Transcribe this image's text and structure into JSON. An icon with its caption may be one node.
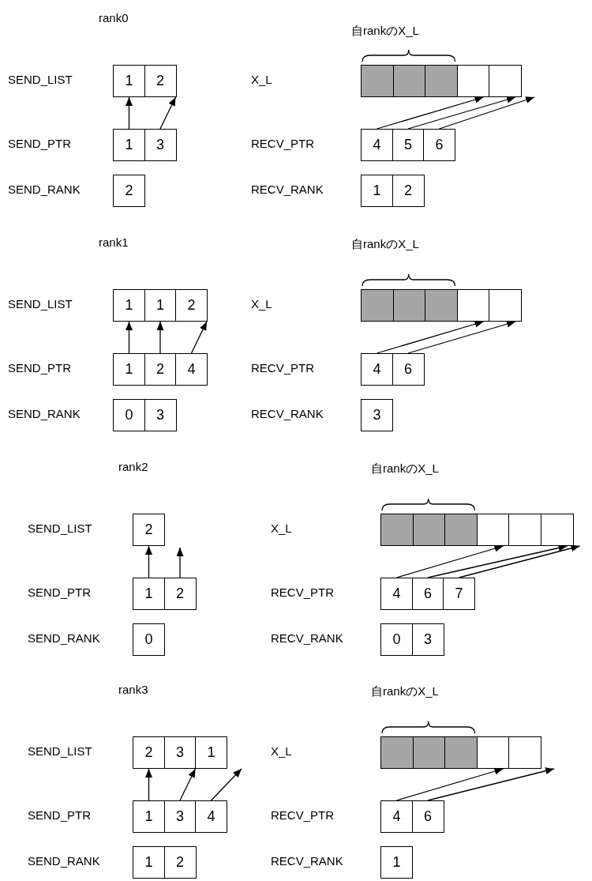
{
  "diagram": {
    "nodes": [
      {
        "text": [
          "1"
        ]
      },
      {
        "text": [
          "2"
        ]
      },
      {
        "text": [],
        "shape": "box"
      },
      {
        "text": [],
        "shape": "box"
      },
      {
        "text": [],
        "shape": "box"
      },
      {
        "text": [],
        "shape": "box"
      },
      {
        "text": [],
        "shape": "box"
      },
      {
        "text": [
          "1"
        ]
      },
      {
        "text": [
          "3"
        ]
      },
      {
        "text": [
          "4"
        ]
      },
      {
        "text": [
          "5"
        ]
      },
      {
        "text": [
          "6"
        ]
      },
      {
        "text": [
          "2"
        ]
      },
      {
        "text": [
          "1"
        ]
      },
      {
        "text": [
          "2"
        ]
      },
      {
        "text": [
          "1"
        ]
      },
      {
        "text": [
          "1"
        ]
      },
      {
        "text": [
          "2"
        ]
      },
      {
        "text": [],
        "shape": "box"
      },
      {
        "text": [],
        "shape": "box"
      },
      {
        "text": [],
        "shape": "box"
      },
      {
        "text": [],
        "shape": "box"
      },
      {
        "text": [],
        "shape": "box"
      },
      {
        "text": [
          "1"
        ]
      },
      {
        "text": [
          "2"
        ]
      },
      {
        "text": [
          "4"
        ]
      },
      {
        "text": [
          "4"
        ]
      },
      {
        "text": [
          "6"
        ]
      },
      {
        "text": [
          "0"
        ]
      },
      {
        "text": [
          "3"
        ]
      },
      {
        "text": [
          "3"
        ]
      },
      {
        "text": [
          "2"
        ]
      },
      {
        "text": [],
        "shape": "box"
      },
      {
        "text": [],
        "shape": "box"
      },
      {
        "text": [],
        "shape": "box"
      },
      {
        "text": [],
        "shape": "box"
      },
      {
        "text": [],
        "shape": "box"
      },
      {
        "text": [],
        "shape": "box"
      },
      {
        "text": [
          "1"
        ]
      },
      {
        "text": [
          "2"
        ]
      },
      {
        "text": [
          "4"
        ]
      },
      {
        "text": [
          "6"
        ]
      },
      {
        "text": [
          "7"
        ]
      },
      {
        "text": [
          "0"
        ]
      },
      {
        "text": [
          "0"
        ]
      },
      {
        "text": [
          "3"
        ]
      },
      {
        "text": [
          "2"
        ]
      },
      {
        "text": [
          "3"
        ]
      },
      {
        "text": [
          "1"
        ]
      },
      {
        "text": [],
        "shape": "box"
      },
      {
        "text": [],
        "shape": "box"
      },
      {
        "text": [],
        "shape": "box"
      },
      {
        "text": [],
        "shape": "box"
      },
      {
        "text": [],
        "shape": "box"
      },
      {
        "text": [
          "1"
        ]
      },
      {
        "text": [
          "3"
        ]
      },
      {
        "text": [
          "4"
        ]
      },
      {
        "text": [
          "4"
        ]
      },
      {
        "text": [
          "6"
        ]
      },
      {
        "text": [
          "1"
        ]
      },
      {
        "text": [
          "2"
        ]
      },
      {
        "text": [
          "1"
        ]
      }
    ],
    "edges": [
      {
        "from": 7,
        "to": 0,
        "arrow": "to"
      },
      {
        "from": 8,
        "to": 1,
        "arrow": "to"
      },
      {
        "from": 9,
        "to": 5,
        "arrow": "to"
      },
      {
        "from": 10,
        "to": 6,
        "arrow": "to"
      },
      {
        "from": 11,
        "to": 6,
        "arrow": "to"
      },
      {
        "from": 23,
        "to": 15,
        "arrow": "to"
      },
      {
        "from": 24,
        "to": 16,
        "arrow": "to"
      },
      {
        "from": 25,
        "to": 17,
        "arrow": "to"
      },
      {
        "from": 26,
        "to": 21,
        "arrow": "to"
      },
      {
        "from": 27,
        "to": 22,
        "arrow": "to"
      },
      {
        "from": 38,
        "to": 31,
        "arrow": "to"
      },
      {
        "from": 39,
        "to": 31,
        "arrow": "to"
      },
      {
        "from": 40,
        "to": 35,
        "arrow": "to"
      },
      {
        "from": 41,
        "to": 37,
        "arrow": "to"
      },
      {
        "from": 42,
        "to": 37,
        "arrow": "to"
      },
      {
        "from": 54,
        "to": 46,
        "arrow": "to"
      },
      {
        "from": 55,
        "to": 47,
        "arrow": "to"
      },
      {
        "from": 56,
        "to": 48,
        "arrow": "to"
      },
      {
        "from": 57,
        "to": 52,
        "arrow": "to"
      },
      {
        "from": 58,
        "to": 53,
        "arrow": "to"
      }
    ],
    "labels": [
      "rank0",
      "自rankのX_L",
      "SEND_LIST",
      "X_L",
      "SEND_PTR",
      "RECV_PTR",
      "SEND_RANK",
      "RECV_RANK",
      "rank1",
      "自rankのX_L",
      "SEND_LIST",
      "X_L",
      "SEND_PTR",
      "RECV_PTR",
      "SEND_RANK",
      "RECV_RANK",
      "rank2",
      "自rankのX_L",
      "SEND_LIST",
      "X_L",
      "SEND_PTR",
      "RECV_PTR",
      "SEND_RANK",
      "RECV_RANK",
      "rank3",
      "自rankのX_L",
      "SEND_LIST",
      "X_L",
      "SEND_PTR",
      "RECV_PTR",
      "SEND_RANK",
      "RECV_RANK"
    ]
  }
}
